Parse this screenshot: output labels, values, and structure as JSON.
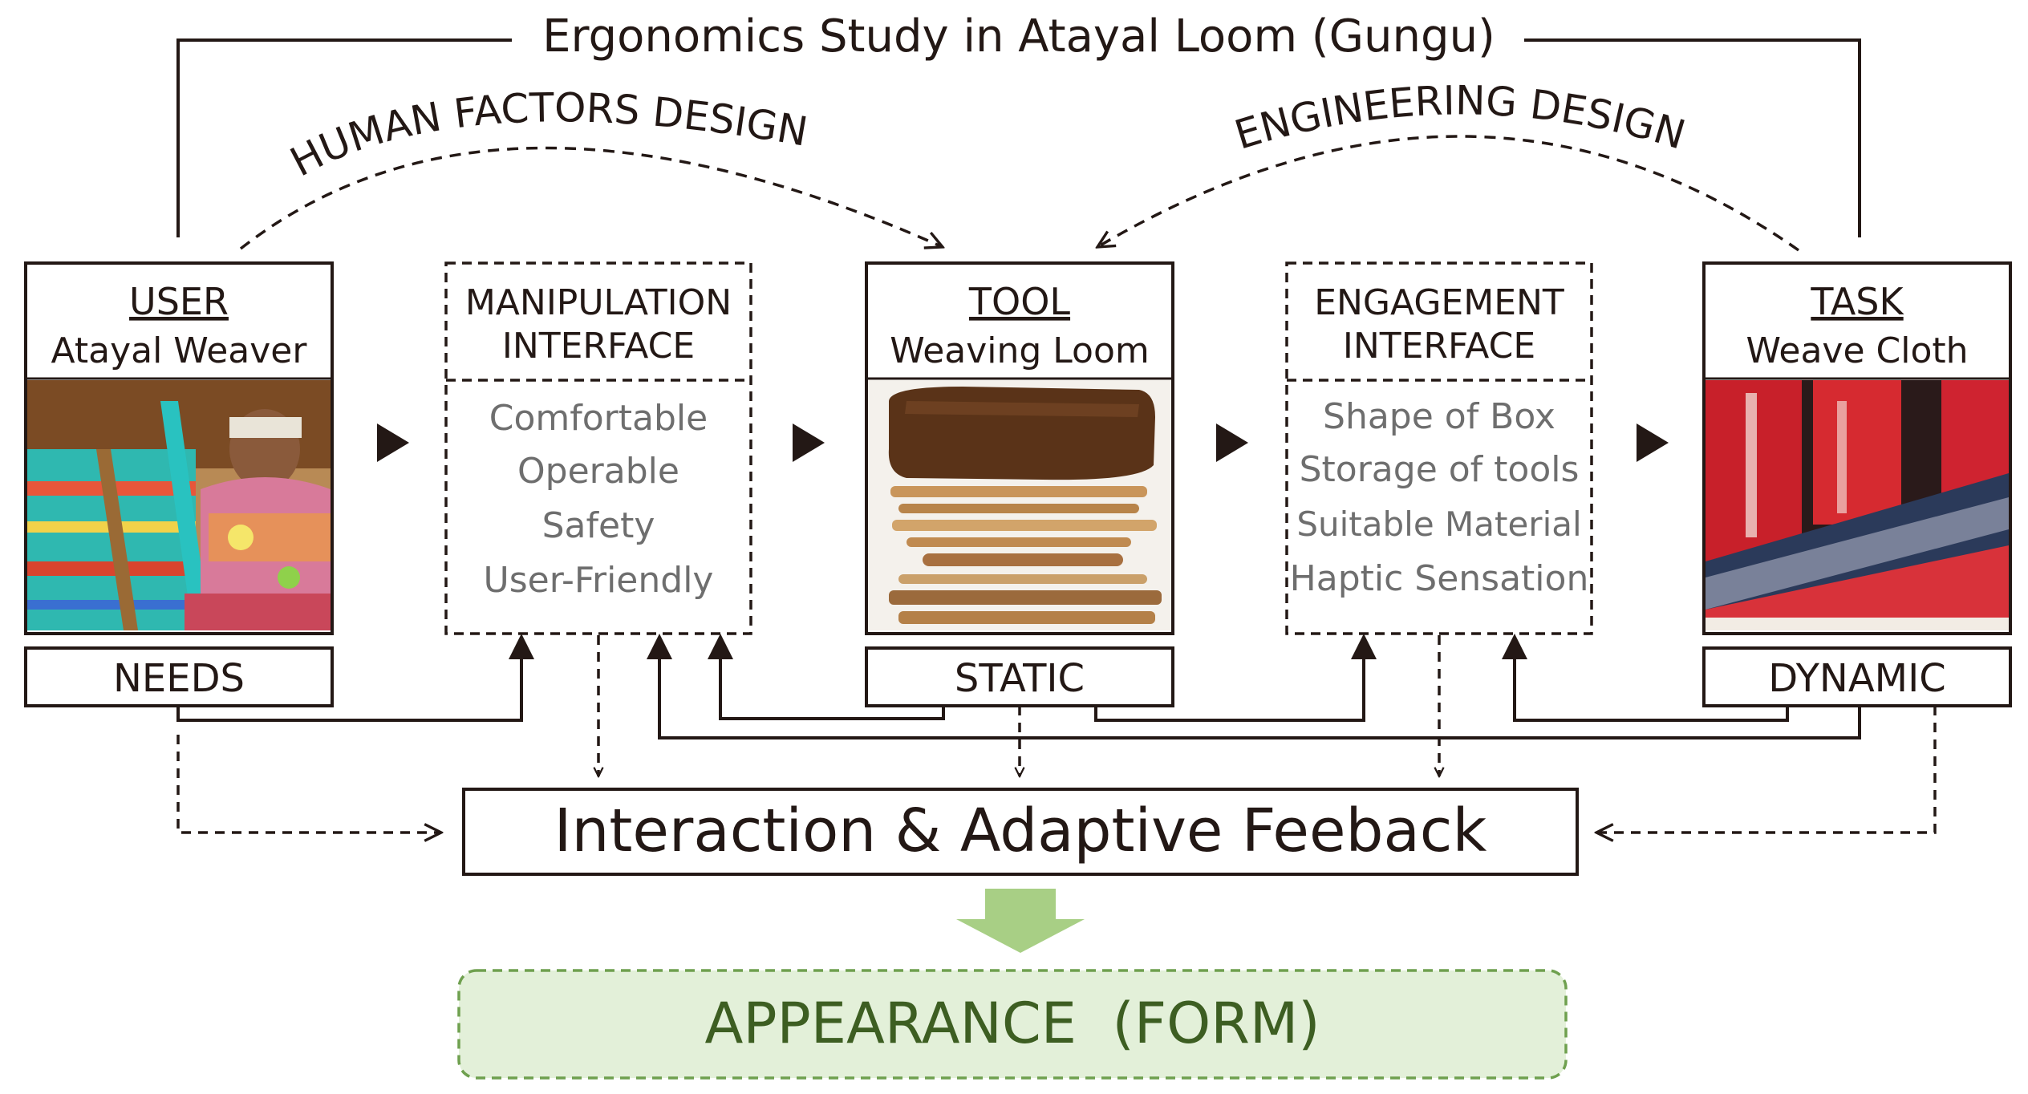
{
  "title": "Ergonomics Study in Atayal Loom (Gungu)",
  "arc_labels": {
    "left": "HUMAN FACTORS DESIGN",
    "right": "ENGINEERING DESIGN"
  },
  "nodes": {
    "user": {
      "heading": "USER",
      "subtitle": "Atayal Weaver",
      "footer": "NEEDS",
      "photo_icon": "weaver-photo"
    },
    "manipulation": {
      "line1": "MANIPULATION",
      "line2": "INTERFACE",
      "items": [
        "Comfortable",
        "Operable",
        "Safety",
        "User-Friendly"
      ]
    },
    "tool": {
      "heading": "TOOL",
      "subtitle": "Weaving Loom",
      "footer": "STATIC",
      "photo_icon": "loom-photo"
    },
    "engagement": {
      "line1": "ENGAGEMENT",
      "line2": "INTERFACE",
      "items": [
        "Shape of Box",
        "Storage of tools",
        "Suitable Material",
        "Haptic Sensation"
      ]
    },
    "task": {
      "heading": "TASK",
      "subtitle": "Weave Cloth",
      "footer": "DYNAMIC",
      "photo_icon": "cloth-photo"
    }
  },
  "feedback": {
    "label": "Interaction & Adaptive Feeback"
  },
  "appearance": {
    "label": "APPEARANCE  (FORM)"
  },
  "colors": {
    "line": "#231815",
    "gray_text": "#6e6e6e",
    "green_fill": "#e3f0d9",
    "green_border": "#6fa04f",
    "green_text": "#3d5e22",
    "green_arrow": "#a8cf85"
  }
}
